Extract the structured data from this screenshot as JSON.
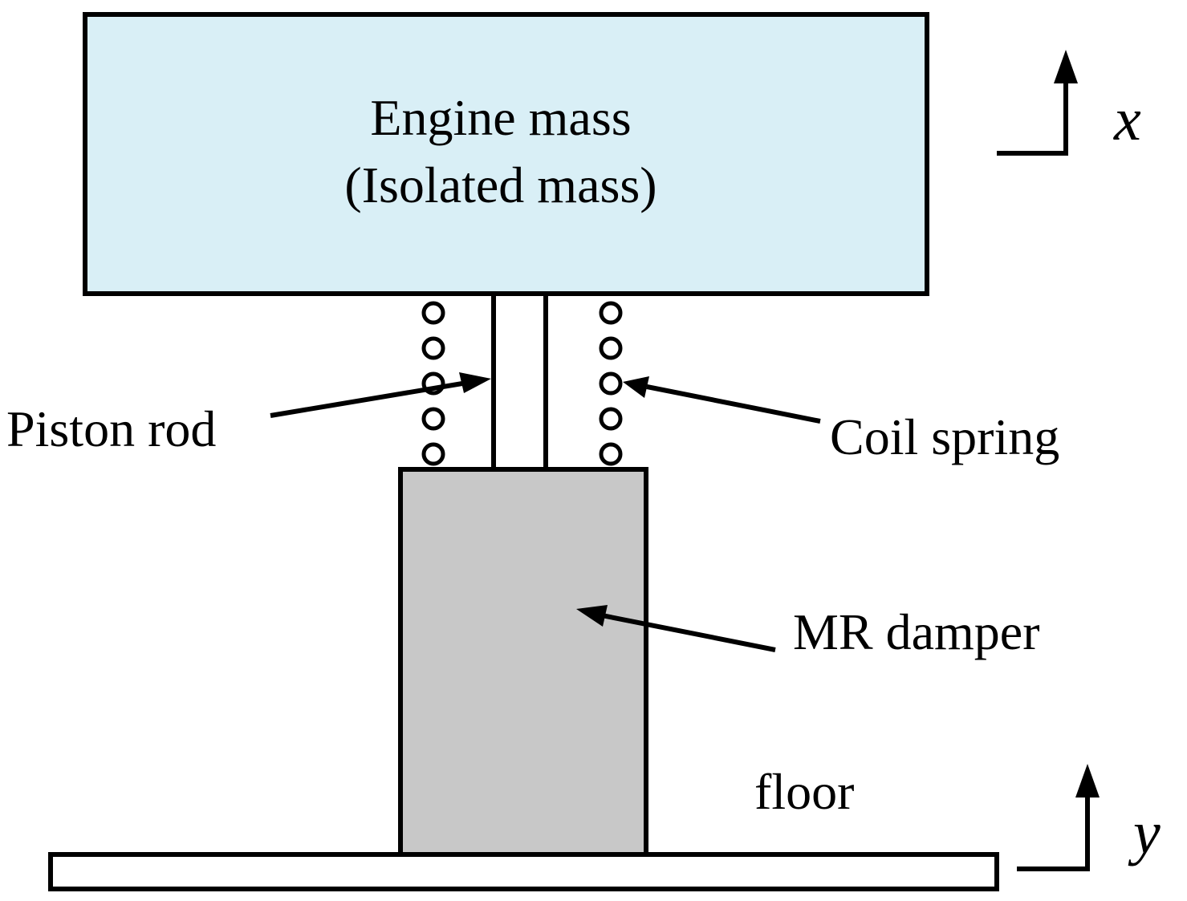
{
  "diagram": {
    "engine_label_line1": "Engine mass",
    "engine_label_line2": "(Isolated mass)",
    "piston_label": "Piston rod",
    "spring_label": "Coil spring",
    "damper_label": "MR damper",
    "floor_label": "floor",
    "x_label": "x",
    "y_label": "y"
  },
  "colors": {
    "engine_fill": "#d9eff6",
    "damper_fill": "#c8c8c8",
    "floor_fill": "#ffffff",
    "outline": "#000000"
  }
}
